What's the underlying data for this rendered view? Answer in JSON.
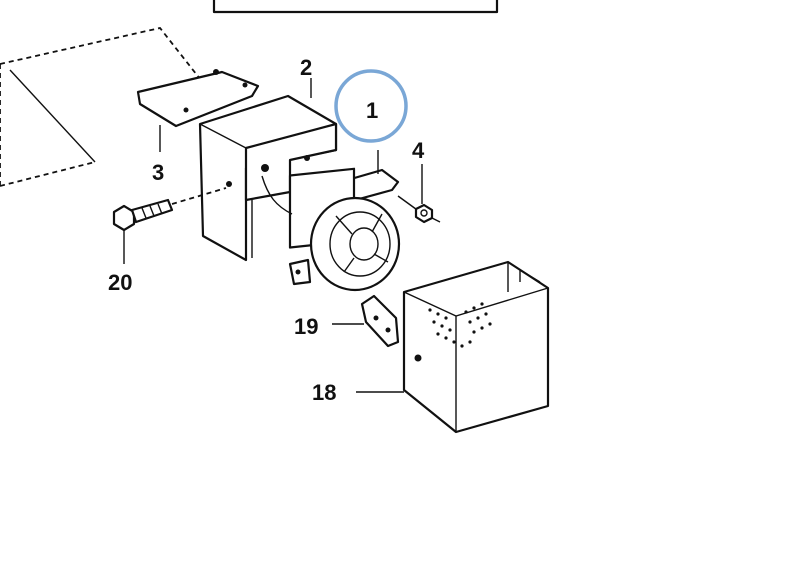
{
  "callouts": [
    {
      "id": "label-2",
      "text": "2"
    },
    {
      "id": "label-1",
      "text": "1"
    },
    {
      "id": "label-3",
      "text": "3"
    },
    {
      "id": "label-4",
      "text": "4"
    },
    {
      "id": "label-20",
      "text": "20"
    },
    {
      "id": "label-19",
      "text": "19"
    },
    {
      "id": "label-18",
      "text": "18"
    }
  ],
  "highlight": {
    "target": "1",
    "color": "#7aa7d6"
  },
  "colors": {
    "ink": "#111111",
    "background": "#ffffff"
  }
}
